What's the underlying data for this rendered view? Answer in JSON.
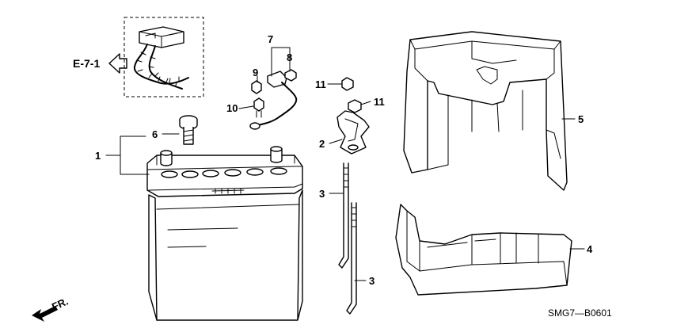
{
  "callouts": {
    "p1": "1",
    "p2": "2",
    "p3a": "3",
    "p3b": "3",
    "p4": "4",
    "p5": "5",
    "p6": "6",
    "p7": "7",
    "p8": "8",
    "p9": "9",
    "p10": "10",
    "p11a": "11",
    "p11b": "11"
  },
  "reference": "E-7-1",
  "direction_label": "FR.",
  "diagram_code": "SMG7—B0601"
}
